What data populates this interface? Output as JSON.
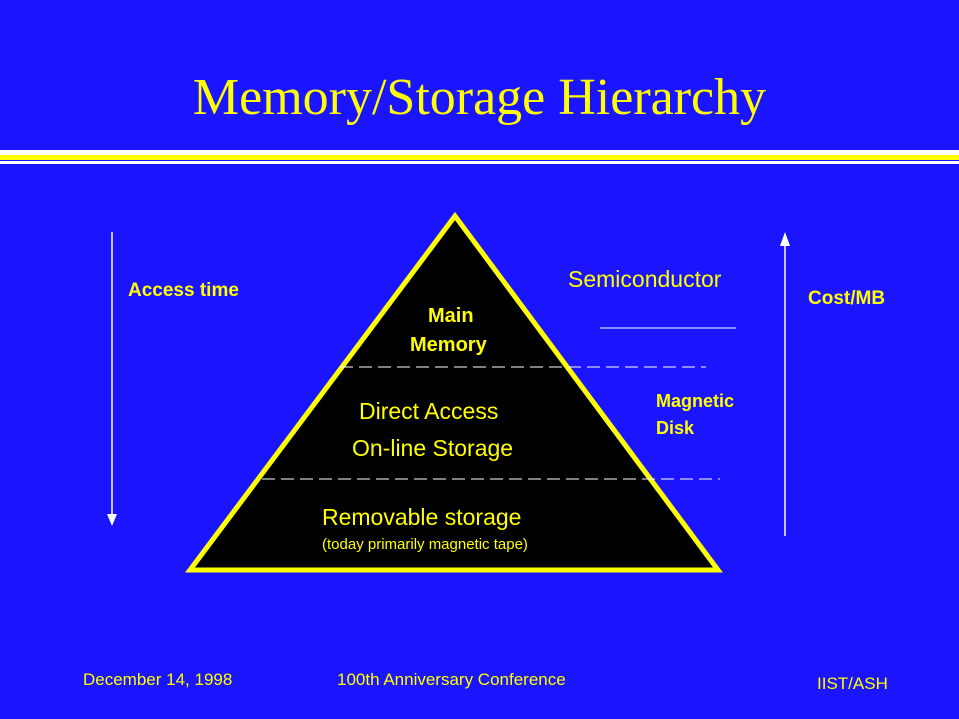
{
  "slide": {
    "title": "Memory/Storage Hierarchy"
  },
  "axes": {
    "left_label": "Access time",
    "right_label": "Cost/MB"
  },
  "pyramid": {
    "top_tier_line1": "Main",
    "top_tier_line2": "Memory",
    "middle_tier_line1": "Direct Access",
    "middle_tier_line2": "On-line Storage",
    "bottom_tier_line1": "Removable storage",
    "bottom_tier_line2": "(today primarily magnetic tape)"
  },
  "side_labels": {
    "semiconductor": "Semiconductor",
    "magnetic_line1": "Magnetic",
    "magnetic_line2": "Disk"
  },
  "footer": {
    "date": "December 14, 1998",
    "event": "100th Anniversary Conference",
    "org": "IIST/ASH"
  },
  "colors": {
    "background": "#1a14ff",
    "accent": "#ffff00",
    "pyramid_fill": "#000000",
    "text_white": "#ffffff"
  }
}
